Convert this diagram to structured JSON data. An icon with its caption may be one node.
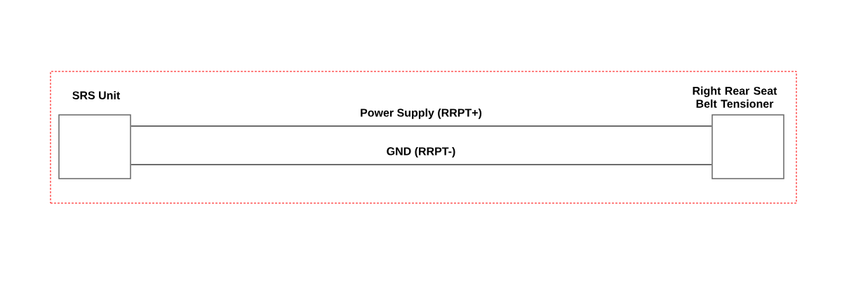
{
  "diagram": {
    "nodes": [
      {
        "text": [],
        "shape": "box"
      },
      {
        "text": [
          "SRS Unit"
        ],
        "in": 0
      },
      {
        "text": [
          "Right Rear Seat Belt Tensioner"
        ],
        "in": 0
      }
    ],
    "edges": [
      {
        "from": 1,
        "to": 2,
        "arrow": "none",
        "label": "Power Supply (RRPT+)"
      },
      {
        "from": 1,
        "to": 2,
        "arrow": "none",
        "label": "GND (RRPT-)"
      }
    ]
  }
}
